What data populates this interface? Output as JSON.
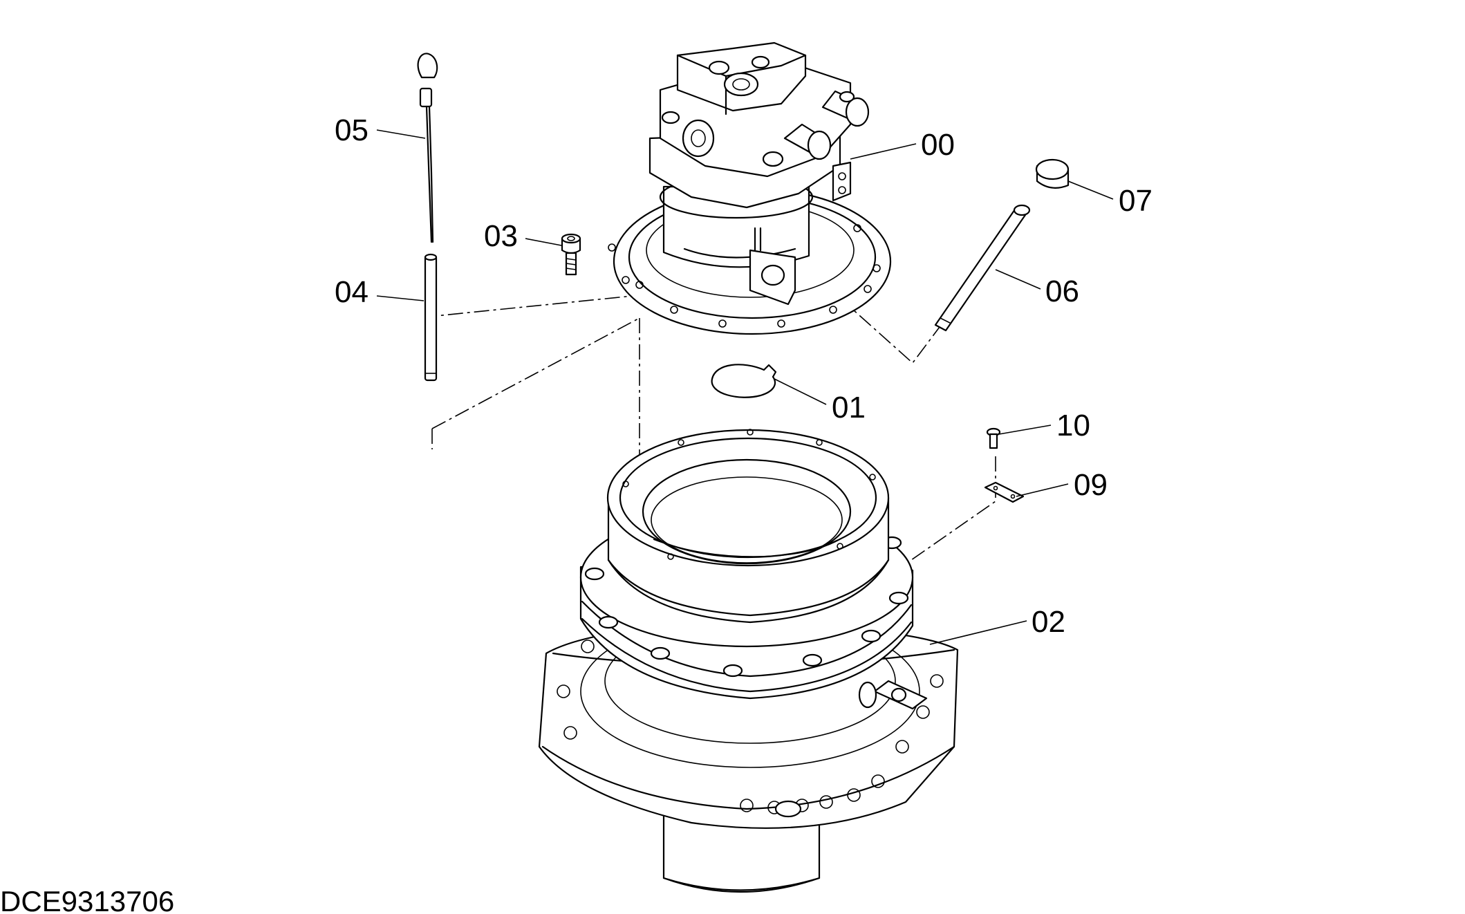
{
  "document_code": "DCE9313706",
  "callouts": {
    "c00": "00",
    "c01": "01",
    "c02": "02",
    "c03": "03",
    "c04": "04",
    "c05": "05",
    "c06": "06",
    "c07": "07",
    "c09": "09",
    "c10": "10"
  }
}
